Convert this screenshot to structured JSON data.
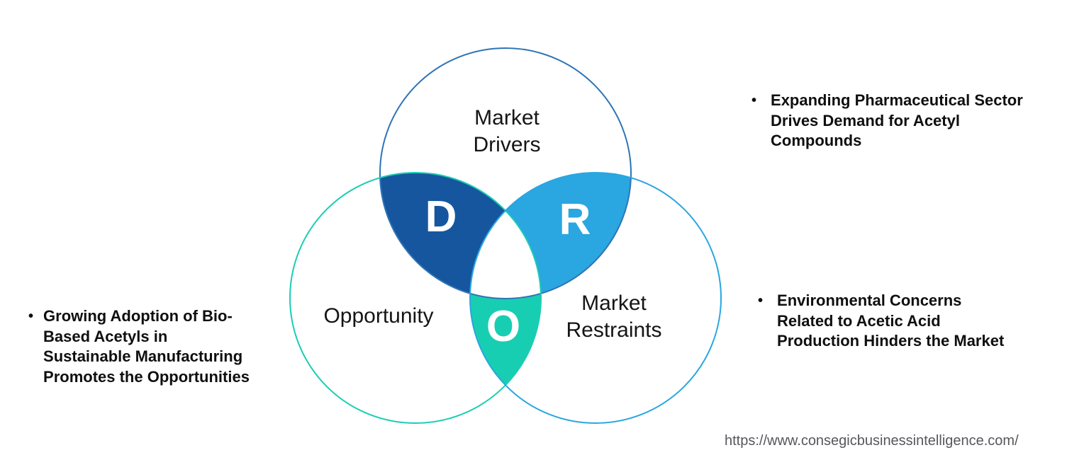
{
  "venn": {
    "drivers": {
      "letter": "D",
      "label_lines": [
        "Market",
        "Drivers"
      ]
    },
    "opportunity": {
      "letter": "O",
      "label": "Opportunity"
    },
    "restraints": {
      "letter": "R",
      "label_lines": [
        "Market",
        "Restraints"
      ]
    },
    "colors": {
      "drivers_stroke": "#2e74b5",
      "opportunity_stroke": "#1ccdb3",
      "restraints_stroke": "#2aa6e0",
      "drivers_opportunity_lens": "#16569e",
      "drivers_restraints_lens": "#2aa6e0",
      "opportunity_restraints_lens": "#18ceb2",
      "center_fill": "#ffffff"
    }
  },
  "bullets": {
    "marker": "•",
    "drivers": {
      "lines": [
        "Expanding Pharmaceutical Sector",
        "Drives Demand for Acetyl",
        "Compounds"
      ]
    },
    "opportunity": {
      "lines": [
        "Growing Adoption of Bio-",
        "Based Acetyls in",
        "Sustainable Manufacturing",
        "Promotes the Opportunities"
      ]
    },
    "restraints": {
      "lines": [
        "Environmental Concerns",
        "Related to Acetic Acid",
        "Production Hinders the Market"
      ]
    }
  },
  "footer": {
    "url": "https://www.consegicbusinessintelligence.com/"
  }
}
